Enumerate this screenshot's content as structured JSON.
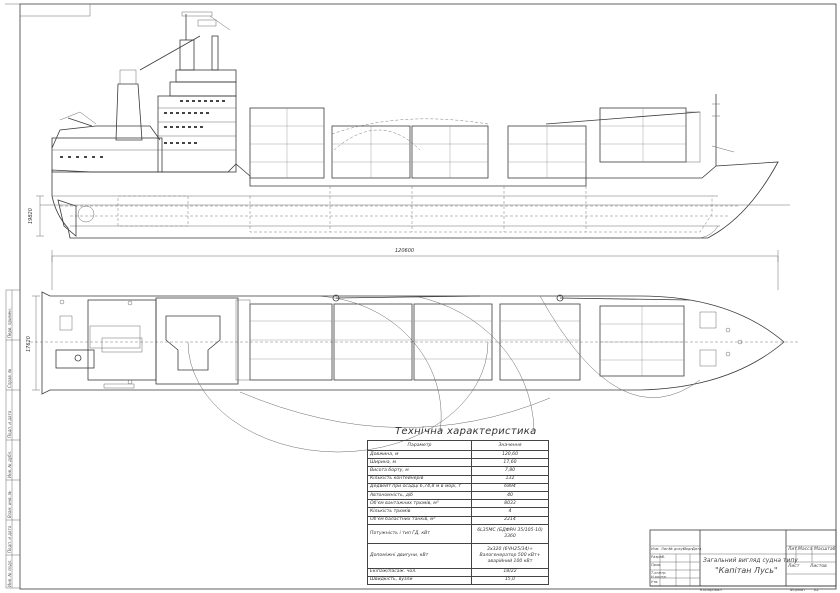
{
  "dimensions": {
    "length_overall": "120600",
    "height_label": "19820",
    "beam_label": "17620"
  },
  "spec": {
    "title": "Технічна характеристика",
    "header_param": "Параметр",
    "header_value": "Значення",
    "rows": [
      {
        "param": "Довжина, м",
        "value": "120,60"
      },
      {
        "param": "Ширина, м",
        "value": "17,60"
      },
      {
        "param": "Висота борту, м",
        "value": "7,80"
      },
      {
        "param": "Кількість контейнерів",
        "value": "132"
      },
      {
        "param": "Дедвейт при осадці 6,74,8 м в морі, т",
        "value": "6894"
      },
      {
        "param": "Автономність, діб",
        "value": "40"
      },
      {
        "param": "Об'єм вантажних трюмів, м³",
        "value": "8033"
      },
      {
        "param": "Кількість трюмів",
        "value": "4"
      },
      {
        "param": "Об'єм баластних танків, м³",
        "value": "2214"
      },
      {
        "param": "Потужність і тип ГД, кВт",
        "value": "6L35MC (БДФРН 35/105-10)\n3360"
      },
      {
        "param": "Допоміжні двигуни, кВт",
        "value": "3х320 (6ЧН25/34)+\nВалогенератор 500 кВт+\nаварійний 100 кВт"
      },
      {
        "param": "Екіпаж/пасаж. чол.",
        "value": "18/22"
      },
      {
        "param": "Швидкість, вузли",
        "value": "15,0"
      }
    ]
  },
  "title_block": {
    "drawing_title": "Загальний вигляд судна типу",
    "ship_name": "\"Капітан Лусь\"",
    "col_headers": [
      "Лит.",
      "Масса",
      "Масштаб"
    ],
    "rows_left": [
      "Изм.",
      "Лист",
      "№ докум.",
      "Подп.",
      "Дата"
    ],
    "roles": [
      "Разраб.",
      "Пров.",
      "Т.контр.",
      "Н.контр.",
      "Утв."
    ],
    "sheet": "Лист",
    "sheets": "Листов",
    "copied": "Копировал",
    "format": "Формат",
    "format_value": "А1"
  },
  "side_stamps": [
    "Перв. примен.",
    "Справ. №",
    "Подп. и дата",
    "Инв. № дубл.",
    "Взам. инв. №",
    "Подп. и дата",
    "Инв. № подл."
  ]
}
